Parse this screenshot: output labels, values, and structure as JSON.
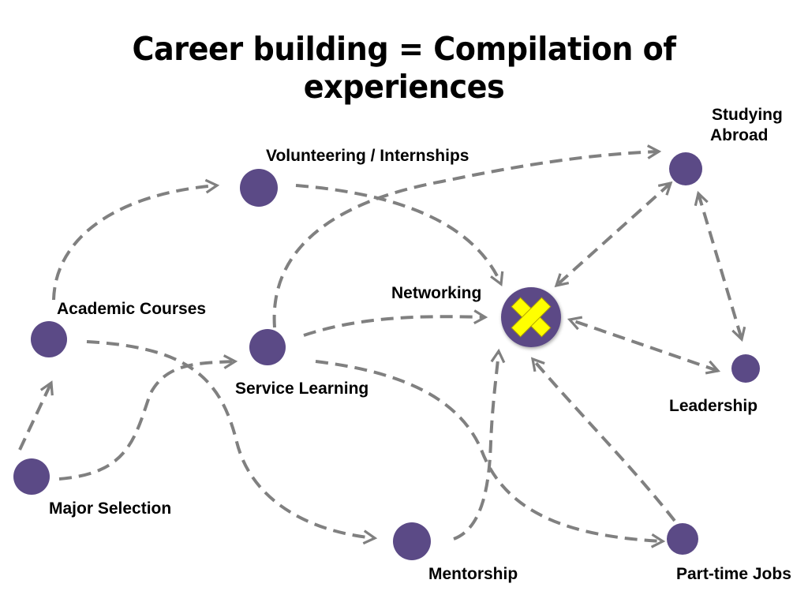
{
  "title": "Career building = Compilation of experiences",
  "colors": {
    "node": "#5b4a86",
    "edge": "#808080",
    "center_mark": "#ffff00"
  },
  "center": {
    "label": "Networking",
    "icon": "x-mark-icon"
  },
  "nodes": {
    "volunteering": "Volunteering / Internships",
    "studying_abroad_1": "Studying",
    "studying_abroad_2": "Abroad",
    "academic": "Academic Courses",
    "service": "Service Learning",
    "leadership": "Leadership",
    "major": "Major Selection",
    "mentorship": "Mentorship",
    "parttime": "Part-time Jobs"
  }
}
